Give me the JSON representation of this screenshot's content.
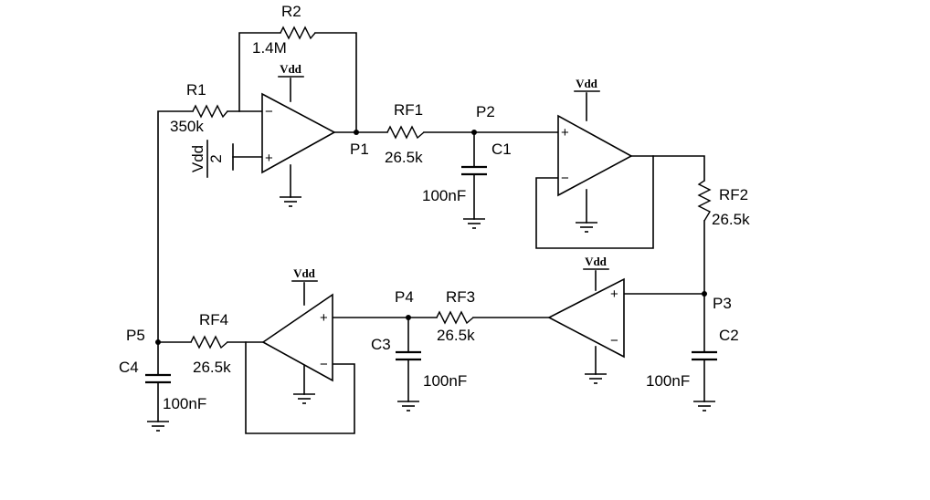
{
  "supply": {
    "vdd": "Vdd",
    "bias_num": "Vdd",
    "bias_den": "2"
  },
  "pins": {
    "minus": "−",
    "plus": "+"
  },
  "resistors": {
    "r1": {
      "name": "R1",
      "value": "350k"
    },
    "r2": {
      "name": "R2",
      "value": "1.4M"
    },
    "rf1": {
      "name": "RF1",
      "value": "26.5k"
    },
    "rf2": {
      "name": "RF2",
      "value": "26.5k"
    },
    "rf3": {
      "name": "RF3",
      "value": "26.5k"
    },
    "rf4": {
      "name": "RF4",
      "value": "26.5k"
    }
  },
  "capacitors": {
    "c1": {
      "name": "C1",
      "value": "100nF"
    },
    "c2": {
      "name": "C2",
      "value": "100nF"
    },
    "c3": {
      "name": "C3",
      "value": "100nF"
    },
    "c4": {
      "name": "C4",
      "value": "100nF"
    }
  },
  "nodes": {
    "p1": "P1",
    "p2": "P2",
    "p3": "P3",
    "p4": "P4",
    "p5": "P5"
  }
}
